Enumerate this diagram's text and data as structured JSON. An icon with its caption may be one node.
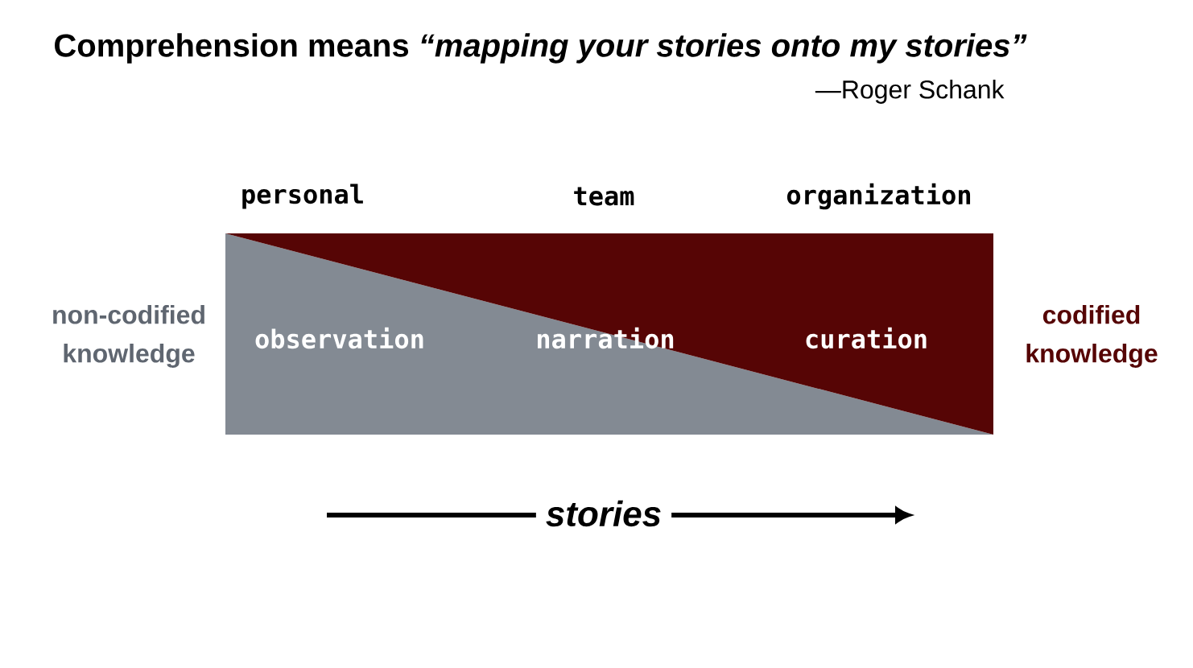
{
  "diagram": {
    "title": "Comprehension means *“mapping your stories onto my stories”*",
    "labels": [
      "—Roger Schank",
      "personal",
      "team",
      "organization",
      "non-codified knowledge",
      "observation",
      "narration",
      "curation",
      "codified knowledge",
      "stories"
    ]
  }
}
